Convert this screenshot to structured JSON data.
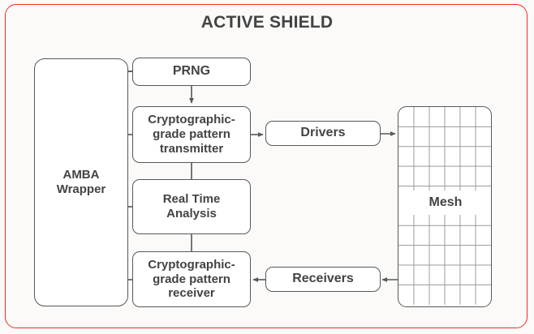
{
  "diagram": {
    "title": "ACTIVE SHIELD",
    "frame_color": "#ee2e24",
    "background_color": "#fbfaf8",
    "node_border_color": "#585858",
    "text_color": "#434343",
    "nodes": {
      "amba": "AMBA\nWrapper",
      "amba_line1": "AMBA",
      "amba_line2": "Wrapper",
      "prng": "PRNG",
      "transmitter_line1": "Cryptographic-",
      "transmitter_line2": "grade pattern",
      "transmitter_line3": "transmitter",
      "analysis_line1": "Real Time",
      "analysis_line2": "Analysis",
      "receiver_line1": "Cryptographic-",
      "receiver_line2": "grade pattern",
      "receiver_line3": "receiver",
      "drivers": "Drivers",
      "receivers": "Receivers",
      "mesh": "Mesh"
    },
    "mesh_grid": {
      "columns": 5,
      "rows": 9,
      "line_color": "#9a9a9a"
    },
    "edges": [
      {
        "from": "amba",
        "to": "prng",
        "arrow": false
      },
      {
        "from": "amba",
        "to": "transmitter",
        "arrow": false
      },
      {
        "from": "amba",
        "to": "analysis",
        "arrow": false
      },
      {
        "from": "amba",
        "to": "receiver",
        "arrow": false
      },
      {
        "from": "prng",
        "to": "transmitter",
        "arrow": true
      },
      {
        "from": "transmitter",
        "to": "analysis",
        "arrow": false
      },
      {
        "from": "analysis",
        "to": "receiver",
        "arrow": false
      },
      {
        "from": "transmitter",
        "to": "drivers",
        "arrow": true
      },
      {
        "from": "drivers",
        "to": "mesh",
        "arrow": true
      },
      {
        "from": "mesh",
        "to": "receivers",
        "arrow": true
      },
      {
        "from": "receivers",
        "to": "receiver",
        "arrow": true
      }
    ]
  }
}
